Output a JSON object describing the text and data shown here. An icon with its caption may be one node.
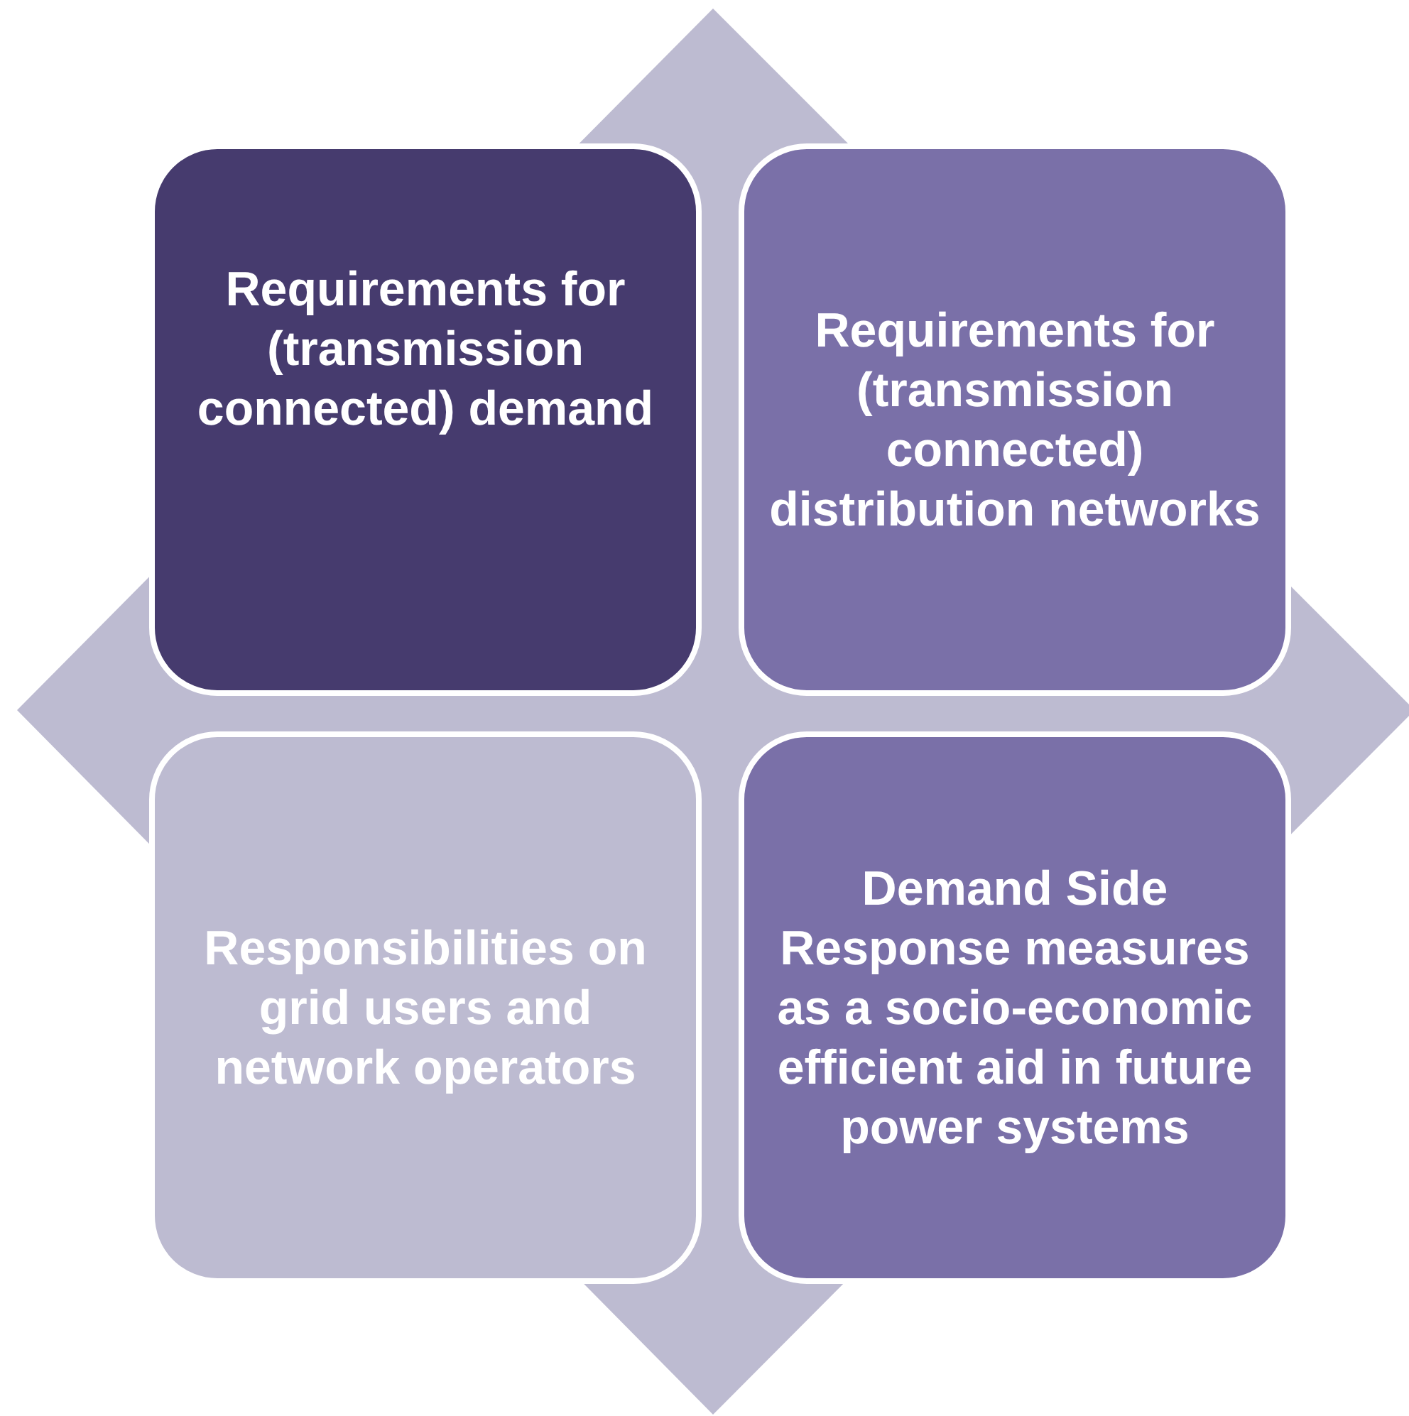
{
  "diagram": {
    "nodes": [
      {
        "text": [
          "Requirements for (transmission connected) demand"
        ]
      },
      {
        "text": [
          "Requirements for (transmission connected) distribution networks"
        ]
      },
      {
        "text": [
          "Responsibilities on grid users and network operators"
        ]
      },
      {
        "text": [
          "Demand Side Response measures as a socio-economic efficient aid in future power systems"
        ]
      }
    ]
  }
}
